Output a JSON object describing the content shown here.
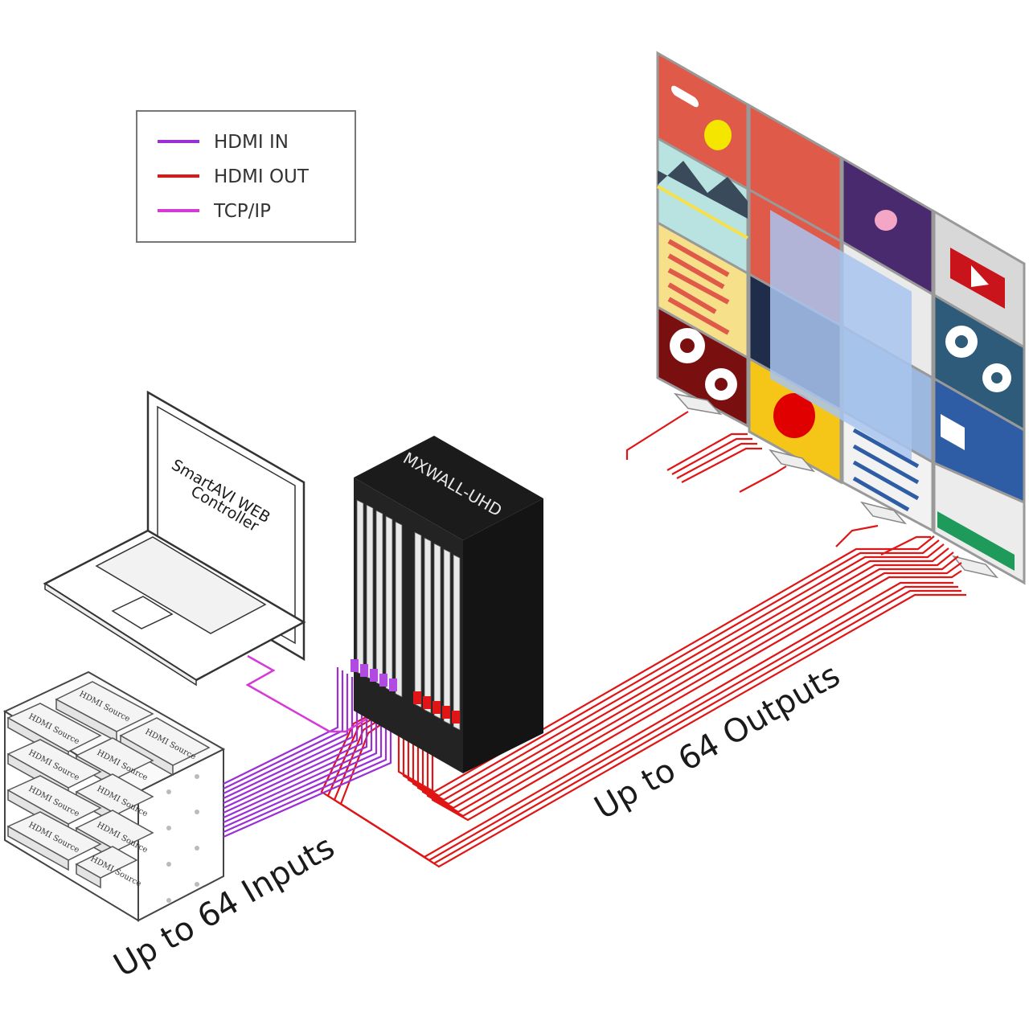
{
  "legend": {
    "items": [
      {
        "label": "HDMI IN",
        "color": "#9b2fd6"
      },
      {
        "label": "HDMI OUT",
        "color": "#e01515"
      },
      {
        "label": "TCP/IP",
        "color": "#d63ad6"
      }
    ]
  },
  "laptop": {
    "line1": "SmartAVI WEB",
    "line2": "Controller"
  },
  "device": {
    "name": "MXWALL-UHD"
  },
  "sources": {
    "label": "HDMI Source"
  },
  "captions": {
    "inputs": "Up to 64 Inputs",
    "outputs": "Up to 64 Outputs"
  },
  "colors": {
    "hdmi_in": "#9b2fd6",
    "hdmi_out": "#e01515",
    "tcp_ip": "#d63ad6",
    "device_body": "#1b1b1b"
  }
}
